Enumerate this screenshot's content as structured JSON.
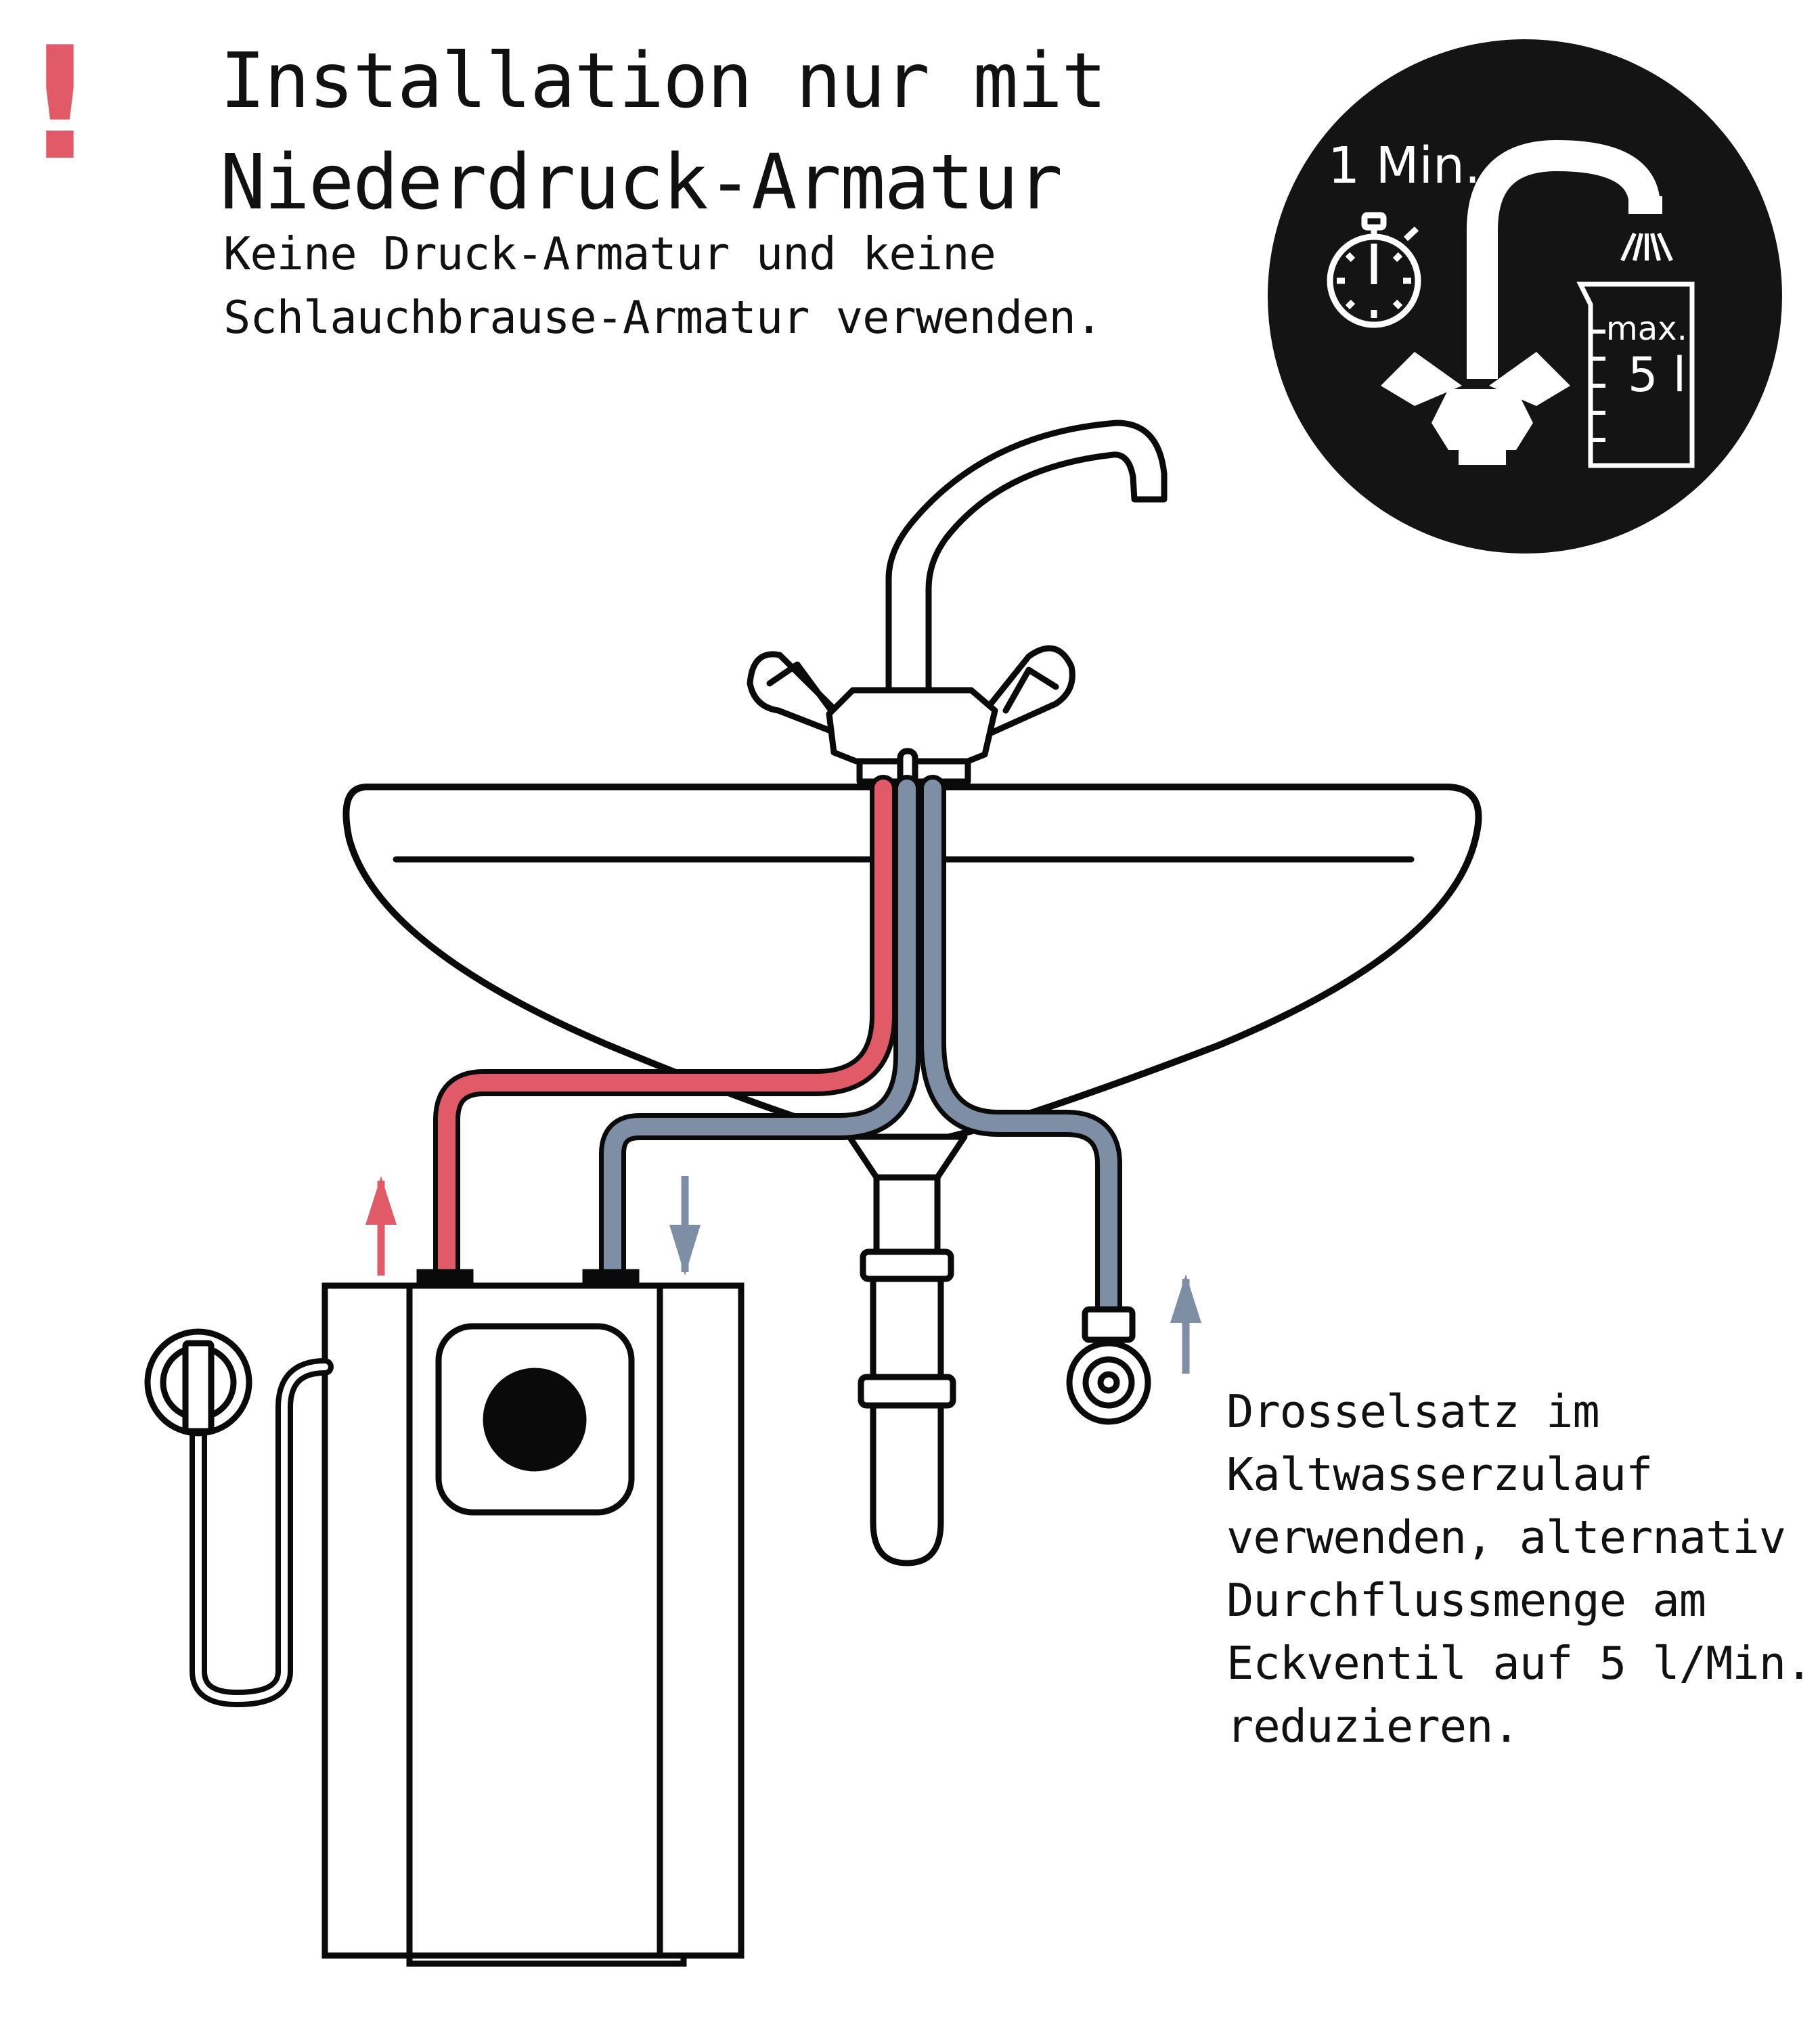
{
  "warning": {
    "mark": "!",
    "color": "#e15a68"
  },
  "title": {
    "lines": [
      "Installation nur mit",
      "Niederdruck-Armatur"
    ]
  },
  "subtitle": {
    "lines": [
      "Keine Druck-Armatur und keine",
      "Schlauchbrause-Armatur verwenden."
    ]
  },
  "badge": {
    "time_label": "1 Min.",
    "max_label": "max.",
    "volume_label": "5 l",
    "background": "#141414"
  },
  "note": {
    "lines": [
      "Drosselsatz im",
      "Kaltwasserzulauf",
      "verwenden, alternativ",
      "Durchflussmenge am",
      "Eckventil auf 5 l/Min.",
      "reduzieren."
    ]
  },
  "colors": {
    "hot_pipe": "#e15a68",
    "cold_pipe": "#7d8ea5",
    "outline": "#0a0a0a"
  },
  "icons": [
    "warning-mark-icon",
    "stopwatch-icon",
    "faucet-icon",
    "measuring-jug-icon",
    "power-socket-icon",
    "angle-valve-icon",
    "hot-water-arrow-icon",
    "cold-water-arrow-icon"
  ]
}
